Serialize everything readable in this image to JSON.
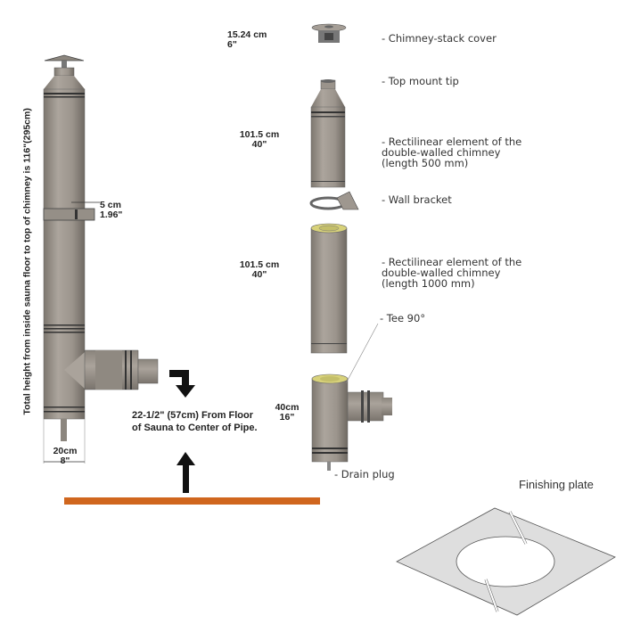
{
  "assembled": {
    "height_label": "Total height from inside sauna floor to top of chimney is 116\"(295cm)",
    "bracket_offset": {
      "cm": "5 cm",
      "in": "1.96\""
    },
    "base_width": {
      "cm": "20cm",
      "in": "8\""
    },
    "pipe_center": {
      "line1": "22-1/2\" (57cm) From Floor",
      "line2": "of Sauna to Center of Pipe."
    }
  },
  "dimensions": [
    {
      "cm": "15.24 cm",
      "in": "6\""
    },
    {
      "cm": "101.5 cm",
      "in": "40\""
    },
    {
      "cm": "101.5 cm",
      "in": "40\""
    },
    {
      "cm": "40cm",
      "in": "16\""
    }
  ],
  "parts": [
    {
      "lines": [
        "- Chimney-stack cover"
      ]
    },
    {
      "lines": [
        "- Top mount tip"
      ]
    },
    {
      "lines": [
        "- Rectilinear element of the",
        "double-walled chimney",
        "(length 500 mm)"
      ]
    },
    {
      "lines": [
        "- Wall bracket"
      ]
    },
    {
      "lines": [
        "- Rectilinear element of the",
        "double-walled chimney",
        "(length 1000 mm)"
      ]
    },
    {
      "lines": [
        "- Tee 90°"
      ]
    },
    {
      "lines": [
        "- Drain plug"
      ]
    }
  ],
  "finishing_plate": "Finishing plate",
  "colors": {
    "floor": "#d0661e",
    "steel": "#9c958d",
    "insulation": "#d8d27a"
  }
}
